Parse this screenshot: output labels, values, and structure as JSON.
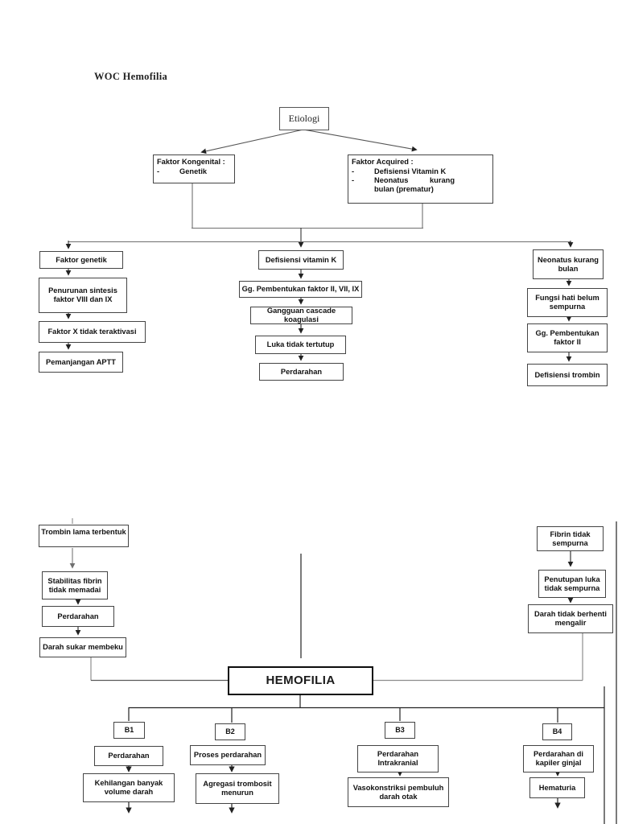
{
  "document": {
    "title": "WOC Hemofilia"
  },
  "nodes": {
    "etiologi": "Etiologi",
    "kongenital_title": "Faktor Kongenital :",
    "kongenital_item1": "Genetik",
    "acquired_title": "Faktor Acquired :",
    "acquired_item1": "Defisiensi Vitamin K",
    "acquired_item2": "Neonatus kurang bulan (prematur)",
    "faktor_genetik": "Faktor genetik",
    "penurunan_sintesis": "Penurunan sintesis faktor VIII dan IX",
    "faktor_x": "Faktor X tidak teraktivasi",
    "pemanjangan_aptt": "Pemanjangan APTT",
    "defisiensi_vitamin_k": "Defisiensi vitamin K",
    "gg_pembentukan_faktor_2_7_9": "Gg. Pembentukan faktor II, VII, IX",
    "gangguan_cascade": "Gangguan cascade koagulasi",
    "luka_tidak_tertutup": "Luka tidak tertutup",
    "perdarahan_mid": "Perdarahan",
    "neonatus_kurang_bulan": "Neonatus kurang bulan",
    "fungsi_hati": "Fungsi hati belum sempurna",
    "gg_pembentukan_faktor_2": "Gg. Pembentukan faktor II",
    "defisiensi_trombin": "Defisiensi trombin",
    "trombin_lama": "Trombin lama terbentuk",
    "stabilitas_fibrin": "Stabilitas fibrin tidak memadai",
    "perdarahan_left": "Perdarahan",
    "darah_sukar_membeku": "Darah sukar membeku",
    "fibrin_tidak_sempurna": "Fibrin tidak sempurna",
    "penutupan_luka": "Penutupan luka tidak sempurna",
    "darah_tidak_berhenti": "Darah tidak berhenti mengalir",
    "hemofilia": "HEMOFILIA",
    "b1": "B1",
    "b2": "B2",
    "b3": "B3",
    "b4": "B4",
    "b1_perdarahan": "Perdarahan",
    "b1_kehilangan": "Kehilangan banyak volume darah",
    "b2_proses": "Proses perdarahan",
    "b2_agregasi": "Agregasi trombosit menurun",
    "b3_perdarahan_intrakranial": "Perdarahan Intrakranial",
    "b3_vasokonstriksi": "Vasokonstriksi pembuluh darah otak",
    "b4_perdarahan_kapiler": "Perdarahan di kapiler ginjal",
    "b4_hematuria": "Hematuria"
  },
  "colors": {
    "page_background": "#ffffff",
    "box_border": "#444444",
    "dark_line": "#222222",
    "gray_line": "#8d8d8d",
    "text": "#111111"
  }
}
